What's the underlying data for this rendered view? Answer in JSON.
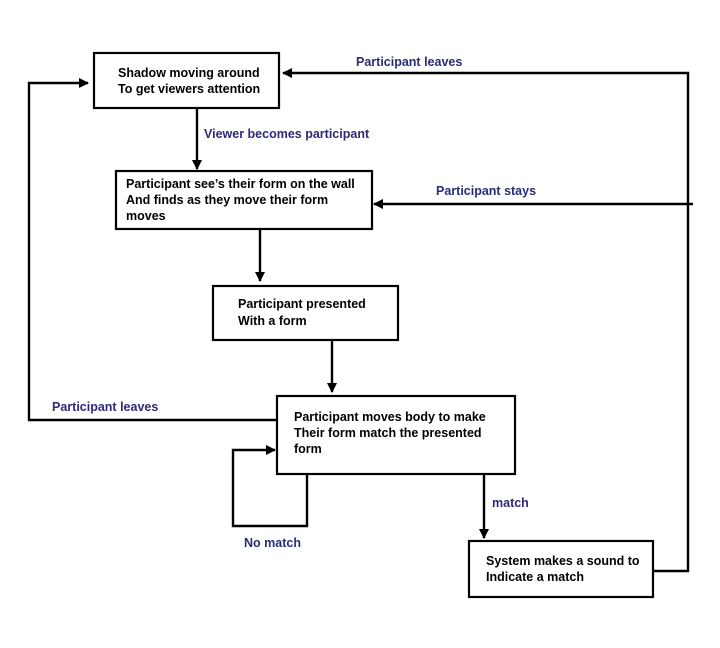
{
  "colors": {
    "box_border": "#000000",
    "box_text": "#000000",
    "edge_line": "#000000",
    "edge_label": "#2b2b7a",
    "background": "#ffffff"
  },
  "nodes": {
    "shadow": {
      "line1": "Shadow moving around",
      "line2": "To get viewers attention"
    },
    "see_form": {
      "line1": "Participant see’s their form on the wall",
      "line2": "And finds as they move their form",
      "line3": "moves"
    },
    "presented": {
      "line1": "Participant presented",
      "line2": "With a form"
    },
    "moves_body": {
      "line1": "Participant moves body to make",
      "line2": "Their form match the presented",
      "line3": "form"
    },
    "sound": {
      "line1": "System makes a sound to",
      "line2": "Indicate a match"
    }
  },
  "edges": {
    "viewer_becomes_participant": "Viewer becomes participant",
    "participant_leaves_top": "Participant leaves",
    "participant_stays": "Participant stays",
    "participant_leaves_left": "Participant leaves",
    "no_match": "No  match",
    "match": "match"
  }
}
